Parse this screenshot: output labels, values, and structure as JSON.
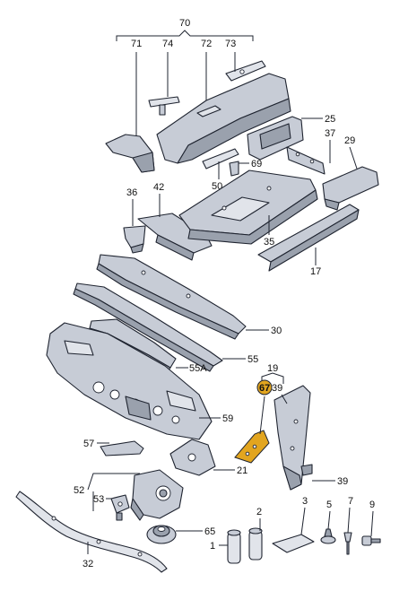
{
  "diagram": {
    "callouts": {
      "c70": "70",
      "c71": "71",
      "c74": "74",
      "c72": "72",
      "c73": "73",
      "c25": "25",
      "c37": "37",
      "c29": "29",
      "c69": "69",
      "c50": "50",
      "c36": "36",
      "c42": "42",
      "c35": "35",
      "c17": "17",
      "c30": "30",
      "c55": "55",
      "c55a": "55A",
      "c19": "19",
      "c67": "67",
      "c39a": "39",
      "c59": "59",
      "c57": "57",
      "c21": "21",
      "c39b": "39",
      "c52": "52",
      "c53": "53",
      "c65": "65",
      "c1": "1",
      "c2": "2",
      "c3": "3",
      "c5": "5",
      "c7": "7",
      "c9": "9",
      "c32": "32"
    },
    "highlight_color": "#e2a51f"
  }
}
